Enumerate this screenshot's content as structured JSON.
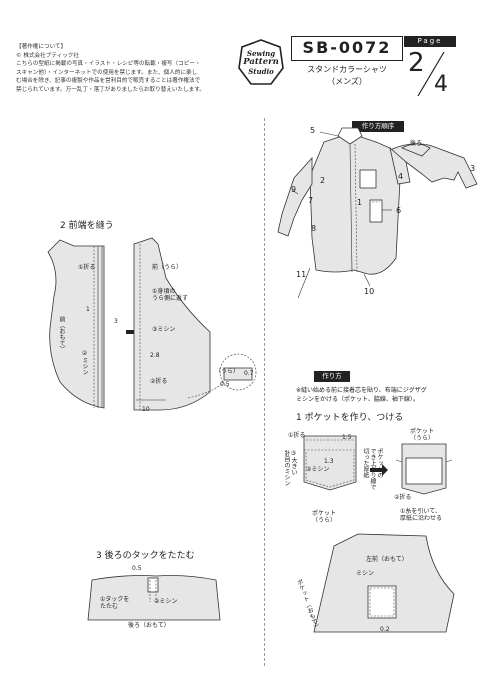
{
  "copyright": {
    "heading": "【著作権について】",
    "company": "© 株式会社ブティック社",
    "lines": [
      "こちらの型紙に掲載の写真・イラスト・レシピ等の転載・複写（コピー・",
      "スキャン他）・インターネットでの使用を禁じます。また、個人的に楽し",
      "む場合を除き、記事の複製や作品を営利目的で販売することは著作権法で",
      "禁じられています。万一乱丁・落丁がありましたらお取り替えいたします。"
    ]
  },
  "logo": {
    "line1": "Sewing",
    "line2": "Pattern",
    "line3": "Studio"
  },
  "header": {
    "code": "SB-0072",
    "title": "スタンドカラーシャツ",
    "subtitle": "（メンズ）"
  },
  "page": {
    "label": "Page",
    "current": "2",
    "total": "4"
  },
  "order": {
    "title": "作り方順序",
    "back_label": "後ろ",
    "numbers": [
      "1",
      "2",
      "3",
      "4",
      "5",
      "6",
      "7",
      "8",
      "9",
      "10",
      "11"
    ]
  },
  "step2": {
    "title": "2 前端を縫う",
    "fold": "①折る",
    "front_face": "前（おもて）",
    "machine": "②ミシン",
    "m1": "1",
    "m3": "3",
    "front_back": "前（うら）",
    "return": "①身頃の\nうら側に返す",
    "machine3": "③ミシン",
    "m28": "2.8",
    "fold2": "②折る",
    "m10": "10",
    "ura": "（うら）",
    "m07": "0.7",
    "m05": "0.5"
  },
  "step3": {
    "title": "3 後ろのタックをたたむ",
    "m05": "0.5",
    "tuck": "①タックを\nたたむ",
    "machine": "②ミシン",
    "back_face": "後ろ（おもて）"
  },
  "howto": {
    "title": "作り方",
    "note": "※縫い始める前に接着芯を貼り、布端にジグザグ\nミシンをかける（ポケット、脇線、袖下線）。"
  },
  "step1": {
    "title": "1 ポケットを作り、つける",
    "fold": "①折る",
    "m15": "1.5",
    "m13": "1.3",
    "machine": "②ミシン",
    "big_stitch": "③大きい\n針目のミシン",
    "pocket_back": "ポケット\n（うら）",
    "pocket_back2": "ポケット\n（うら）",
    "cut_card": "ポケットの\nでき上がり線で\n切った厚紙",
    "fold2": "②折る",
    "pull": "①糸を引いて、\n厚紙に沿わせる",
    "left_front": "左前（おもて）",
    "machine2": "ミシン",
    "pocket_face": "ポケット（おもて）",
    "m02": "0.2"
  }
}
